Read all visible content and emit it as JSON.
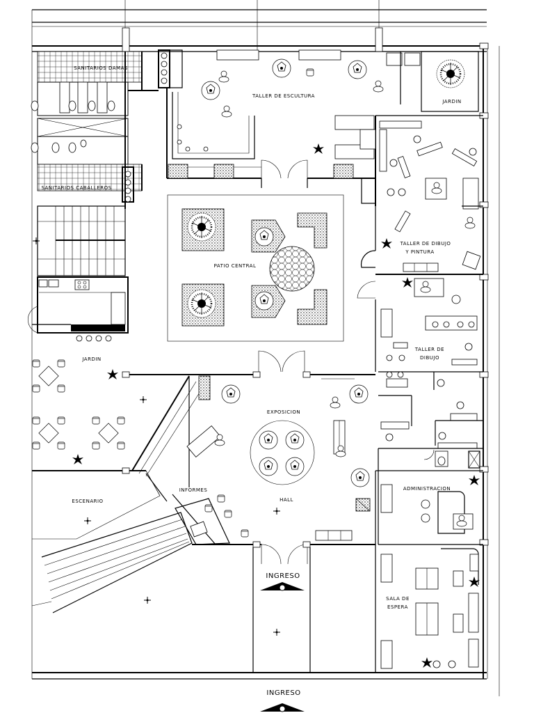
{
  "rooms": {
    "sanitarios_damas": "SANITARIOS DAMAS",
    "sanitarios_caballeros": "SANITARIOS CABALLEROS",
    "taller_escultura": "TALLER DE ESCULTURA",
    "jardin_norte": "JARDIN",
    "taller_dibujo_pintura_1": "TALLER DE DIBUJO",
    "taller_dibujo_pintura_2": "Y PINTURA",
    "patio_central": "PATIO CENTRAL",
    "taller_dibujo_1": "TALLER DE",
    "taller_dibujo_2": "DIBUJO",
    "jardin_oeste": "JARDIN",
    "exposicion": "EXPOSICION",
    "escenario": "ESCENARIO",
    "informes": "INFORMES",
    "hall": "HALL",
    "administracion": "ADMINISTRACION",
    "sala_espera_1": "SALA DE",
    "sala_espera_2": "ESPERA"
  },
  "entrances": {
    "ingreso_main": "INGRESO",
    "ingreso_bottom": "INGRESO"
  },
  "colors": {
    "line": "#000000",
    "background": "#ffffff"
  }
}
